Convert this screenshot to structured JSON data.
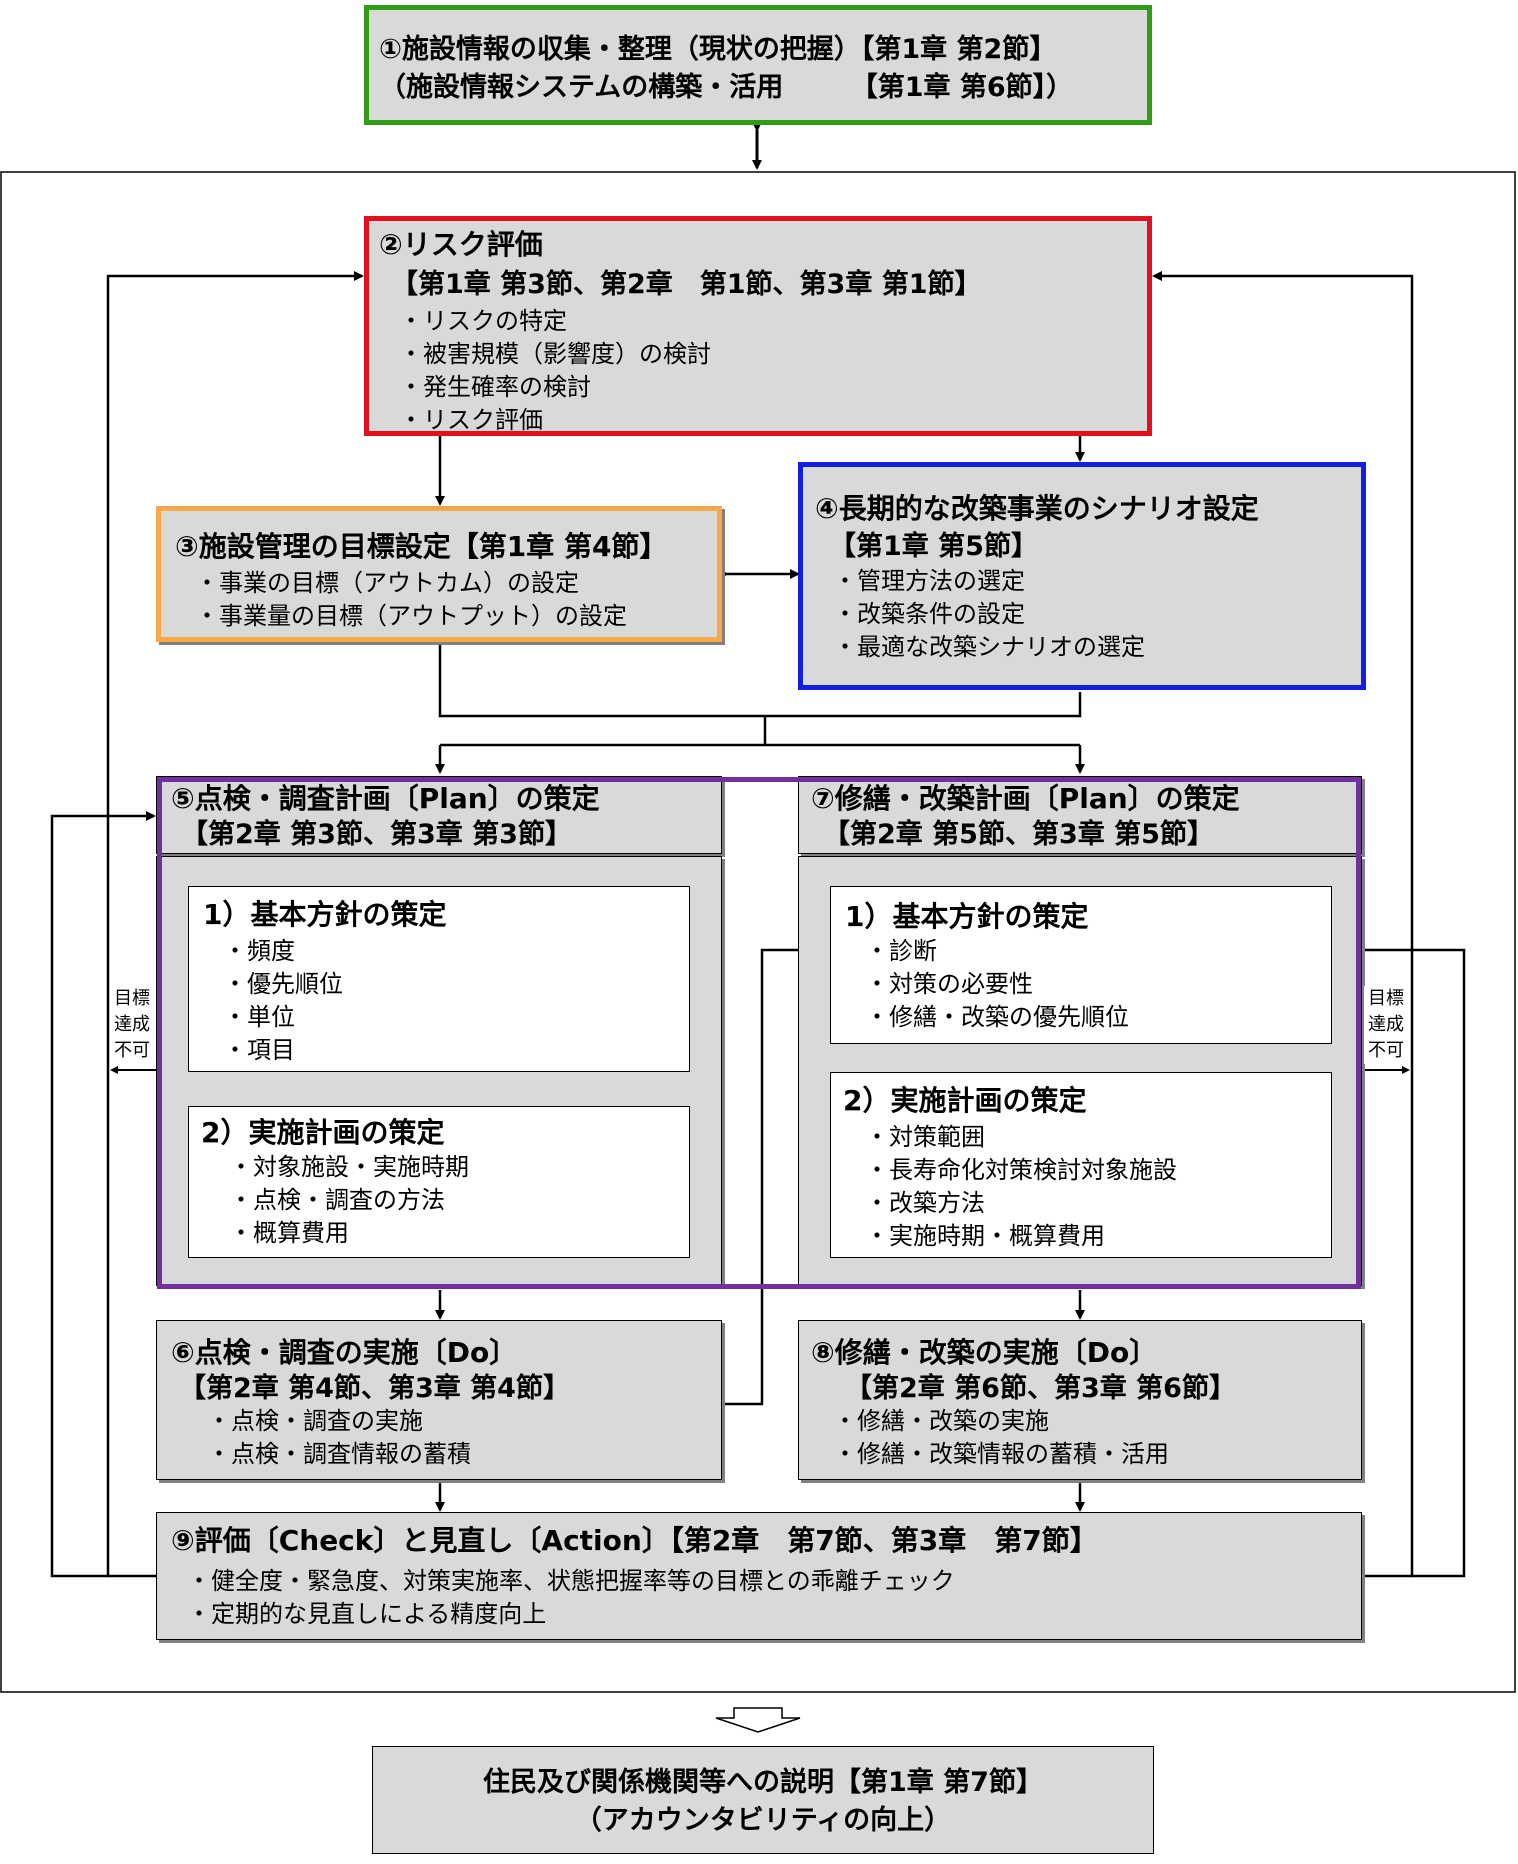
{
  "box1": {
    "line1": "①施設情報の収集・整理（現状の把握）【第1章 第2節】",
    "line2": "（施設情報システムの構築・活用　　　【第1章 第6節】）",
    "border_color": "#2e9e1a"
  },
  "box2": {
    "title": "②リスク評価",
    "ref": "【第1章 第3節、第2章　第1節、第3章 第1節】",
    "items": [
      "・リスクの特定",
      "・被害規模（影響度）の検討",
      "・発生確率の検討",
      "・リスク評価"
    ],
    "border_color": "#e0101e"
  },
  "box3": {
    "title": "③施設管理の目標設定【第1章 第4節】",
    "items": [
      "・事業の目標（アウトカム）の設定",
      "・事業量の目標（アウトプット）の設定"
    ],
    "border_color": "#f5a94a"
  },
  "box4": {
    "title": "④長期的な改築事業のシナリオ設定",
    "ref": "【第1章 第5節】",
    "items": [
      "・管理方法の選定",
      "・改築条件の設定",
      "・最適な改築シナリオの選定"
    ],
    "border_color": "#1020e0"
  },
  "box5": {
    "title": "⑤点検・調査計画〔Plan〕の策定",
    "ref": "【第2章 第3節、第3章 第3節】",
    "sub1": {
      "title": "1）基本方針の策定",
      "items": [
        "・頻度",
        "・優先順位",
        "・単位",
        "・項目"
      ]
    },
    "sub2": {
      "title": "2）実施計画の策定",
      "items": [
        "・対象施設・実施時期",
        "・点検・調査の方法",
        "・概算費用"
      ]
    }
  },
  "box7": {
    "title": "⑦修繕・改築計画〔Plan〕の策定",
    "ref": "【第2章 第5節、第3章 第5節】",
    "sub1": {
      "title": "1）基本方針の策定",
      "items": [
        "・診断",
        "・対策の必要性",
        "・修繕・改築の優先順位"
      ]
    },
    "sub2": {
      "title": "2）実施計画の策定",
      "items": [
        "・対策範囲",
        "・長寿命化対策検討対象施設",
        "・改築方法",
        "・実施時期・概算費用"
      ]
    }
  },
  "plan_border_color": "#7030a0",
  "box6": {
    "title": "⑥点検・調査の実施〔Do〕",
    "ref": "【第2章 第4節、第3章 第4節】",
    "items": [
      "・点検・調査の実施",
      "・点検・調査情報の蓄積"
    ]
  },
  "box8": {
    "title": "⑧修繕・改築の実施〔Do〕",
    "ref": "【第2章 第6節、第3章 第6節】",
    "items": [
      "・修繕・改築の実施",
      "・修繕・改築情報の蓄積・活用"
    ]
  },
  "box9": {
    "title": "⑨評価〔Check〕と見直し〔Action〕【第2章　第7節、第3章　第7節】",
    "items": [
      "・健全度・緊急度、対策実施率、状態把握率等の目標との乖離チェック",
      "・定期的な見直しによる精度向上"
    ]
  },
  "side_left": [
    "目標",
    "達成",
    "不可"
  ],
  "side_right": [
    "目標",
    "達成",
    "不可"
  ],
  "box10": {
    "line1": "住民及び関係機関等への説明【第1章 第7節】",
    "line2": "（アカウンタビリティの向上）"
  }
}
